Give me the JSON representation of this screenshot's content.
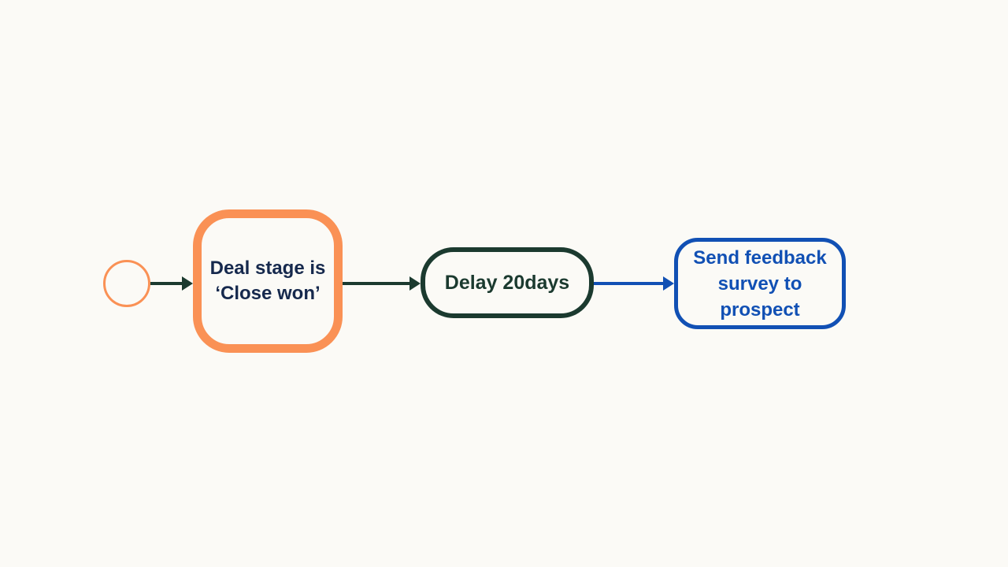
{
  "canvas": {
    "background": "#FBFAF6"
  },
  "colors": {
    "orange": "#FA9155",
    "dark_green": "#1B3A2F",
    "blue": "#1150B4",
    "navy": "#16294D",
    "background": "#FBFAF6"
  },
  "diagram": {
    "type": "flowchart",
    "nodes": [
      {
        "id": "start",
        "shape": "circle",
        "label": ""
      },
      {
        "id": "condition",
        "shape": "rounded-rect",
        "label": "Deal stage is ‘Close won’"
      },
      {
        "id": "delay",
        "shape": "pill",
        "label": "Delay 20days"
      },
      {
        "id": "action",
        "shape": "rounded-rect",
        "label": "Send feedback survey to prospect"
      }
    ],
    "edges": [
      {
        "from": "start",
        "to": "condition",
        "color": "#1B3A2F",
        "style": "arrow"
      },
      {
        "from": "condition",
        "to": "delay",
        "color": "#1B3A2F",
        "style": "arrow"
      },
      {
        "from": "delay",
        "to": "action",
        "color": "#1150B4",
        "style": "arrow"
      }
    ]
  }
}
